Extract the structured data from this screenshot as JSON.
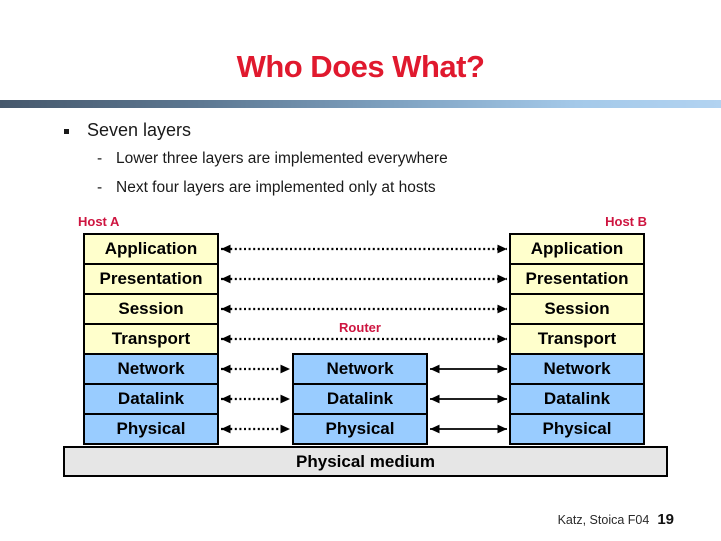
{
  "slide": {
    "title": "Who Does What?",
    "bullet": {
      "marker": "-",
      "text": "Seven layers",
      "sub_bullets": [
        "Lower three layers are implemented everywhere",
        "Next four layers are implemented only at hosts"
      ]
    },
    "footer": {
      "credit": "Katz, Stoica F04",
      "page_number": "19"
    }
  },
  "diagram": {
    "host_a": {
      "label": "Host A",
      "layers": [
        "Application",
        "Presentation",
        "Session",
        "Transport",
        "Network",
        "Datalink",
        "Physical"
      ]
    },
    "host_b": {
      "label": "Host B",
      "layers": [
        "Application",
        "Presentation",
        "Session",
        "Transport",
        "Network",
        "Datalink",
        "Physical"
      ]
    },
    "router": {
      "label": "Router",
      "layers": [
        "Network",
        "Datalink",
        "Physical"
      ]
    },
    "physical_medium_label": "Physical medium",
    "colors": {
      "upper_layer_bg": "#FFFFCC",
      "lower_layer_bg": "#99CCFF",
      "physical_medium_bg": "#E6E6E6",
      "title_red": "#E0192E",
      "label_red": "#CE1540",
      "divider_gradient_start": "#46586C",
      "divider_gradient_end": "#B2D3F1"
    }
  }
}
